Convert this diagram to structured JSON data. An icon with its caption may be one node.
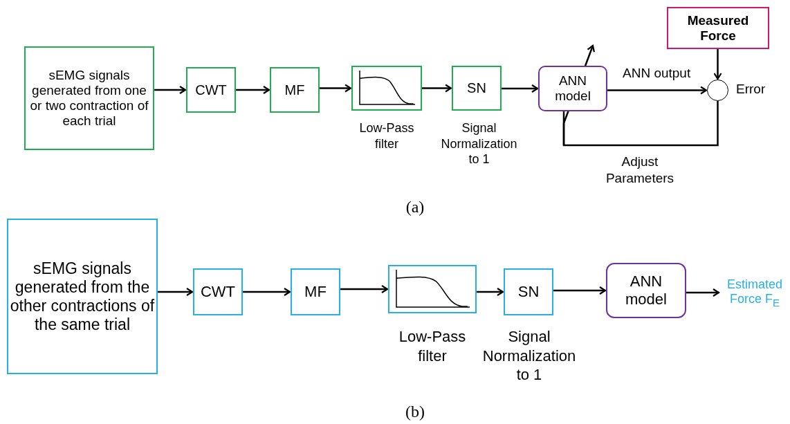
{
  "diagram": {
    "nodes": [
      {
        "text": [
          "sEMG signals generated from one or two contraction of each trial"
        ]
      },
      {
        "text": [
          "CWT"
        ]
      },
      {
        "text": [
          "MF"
        ]
      },
      {
        "text": [],
        "shape": "box",
        "beside": [
          "Low-Pass filter"
        ]
      },
      {
        "text": [
          "SN"
        ],
        "beside": [
          "Signal Normalization to 1"
        ]
      },
      {
        "text": [
          "ANN model"
        ]
      },
      {
        "text": [
          "Measured Force"
        ]
      },
      {
        "text": [],
        "shape": "circle",
        "beside": [
          "Error"
        ]
      },
      {
        "text": [
          "sEMG signals generated from the other contractions of the same trial"
        ]
      },
      {
        "text": [
          "CWT"
        ]
      },
      {
        "text": [
          "MF"
        ]
      },
      {
        "text": [],
        "shape": "box",
        "beside": [
          "Low-Pass filter"
        ]
      },
      {
        "text": [
          "SN"
        ],
        "beside": [
          "Signal Normalization to 1"
        ]
      },
      {
        "text": [
          "ANN model"
        ]
      },
      {
        "text": [
          "Estimated Force F$_{E}$"
        ]
      }
    ],
    "edges": [
      {
        "from": 0,
        "to": 1,
        "arrow": "to"
      },
      {
        "from": 1,
        "to": 2,
        "arrow": "to"
      },
      {
        "from": 2,
        "to": 3,
        "arrow": "to"
      },
      {
        "from": 3,
        "to": 4,
        "arrow": "to"
      },
      {
        "from": 4,
        "to": 5,
        "arrow": "to"
      },
      {
        "from": 5,
        "to": 7,
        "arrow": "to",
        "label": "ANN output"
      },
      {
        "from": 6,
        "to": 7,
        "arrow": "to"
      },
      {
        "from": 7,
        "to": 5,
        "arrow": "none"
      },
      {
        "from": 8,
        "to": 9,
        "arrow": "to"
      },
      {
        "from": 9,
        "to": 10,
        "arrow": "to"
      },
      {
        "from": 10,
        "to": 11,
        "arrow": "to"
      },
      {
        "from": 11,
        "to": 12,
        "arrow": "to"
      },
      {
        "from": 12,
        "to": 13,
        "arrow": "to"
      },
      {
        "from": 13,
        "to": 14,
        "arrow": "to"
      }
    ],
    "labels": [
      "Adjust Parameters",
      "(a)",
      "(b)"
    ]
  }
}
